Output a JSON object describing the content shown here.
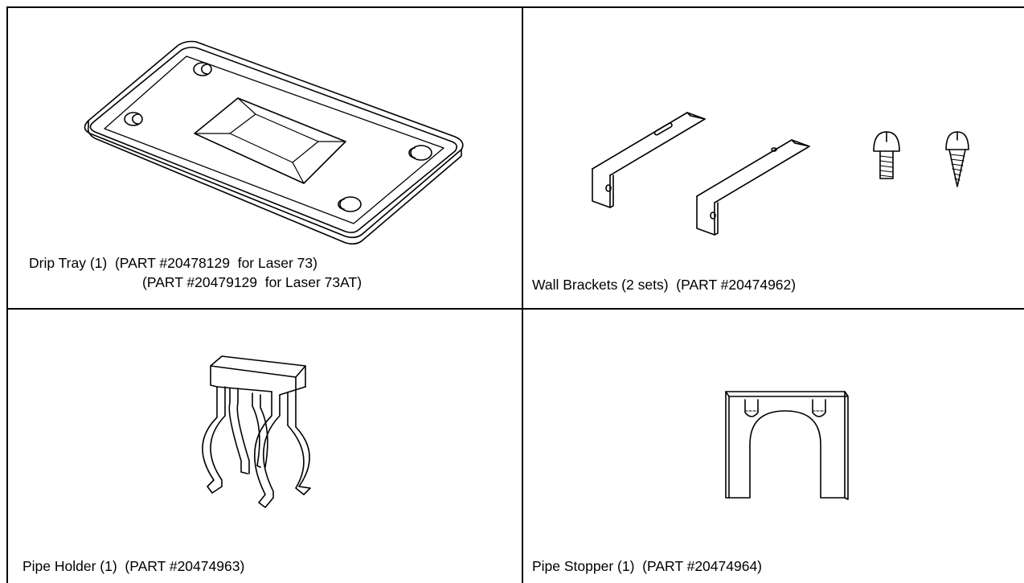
{
  "parts": [
    {
      "id": "drip-tray",
      "icon": "drip-tray-illustration",
      "caption_line1": "Drip Tray (1)  (PART #20478129  for Laser 73)",
      "caption_line2": "(PART #20479129  for Laser 73AT)"
    },
    {
      "id": "wall-brackets",
      "icon": "wall-bracket-illustration",
      "caption_line1": "Wall Brackets (2 sets)  (PART #20474962)"
    },
    {
      "id": "pipe-holder",
      "icon": "pipe-holder-illustration",
      "caption_line1": "Pipe Holder (1)  (PART #20474963)"
    },
    {
      "id": "pipe-stopper",
      "icon": "pipe-stopper-illustration",
      "caption_line1": "Pipe Stopper (1)  (PART #20474964)"
    }
  ]
}
